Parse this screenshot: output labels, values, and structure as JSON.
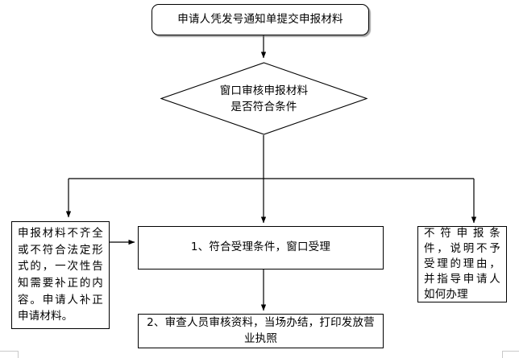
{
  "diagram": {
    "type": "flowchart",
    "orientation": "top-to-bottom",
    "nodes": {
      "start": {
        "shape": "rounded-rectangle",
        "label": "申请人凭发号通知单提交申报材料"
      },
      "decision": {
        "shape": "diamond",
        "label": "窗口审核申报材料\n是否符合条件"
      },
      "left_branch": {
        "shape": "rectangle",
        "label": "申报材料不齐全或不符合法定形式的，一次性告知需要补正的内容。申请人补正申请材料。"
      },
      "accept": {
        "shape": "rectangle",
        "label": "1、符合受理条件，窗口受理"
      },
      "issue": {
        "shape": "rectangle",
        "label": "2、审查人员审核资料，当场办结，打印发放营业执照"
      },
      "right_branch": {
        "shape": "rectangle",
        "label": "不符申报条件，说明不予受理的理由，并指导申请人如何办理"
      }
    },
    "edges": [
      {
        "from": "start",
        "to": "decision",
        "arrow": "down"
      },
      {
        "from": "decision",
        "to": "left_branch",
        "arrow": "down"
      },
      {
        "from": "decision",
        "to": "accept",
        "arrow": "down"
      },
      {
        "from": "decision",
        "to": "right_branch",
        "arrow": "down"
      },
      {
        "from": "left_branch",
        "to": "accept",
        "arrow": "right"
      },
      {
        "from": "accept",
        "to": "issue",
        "arrow": "down"
      }
    ],
    "colors": {
      "line": "#000000",
      "fill": "#ffffff",
      "text": "#000000"
    }
  }
}
